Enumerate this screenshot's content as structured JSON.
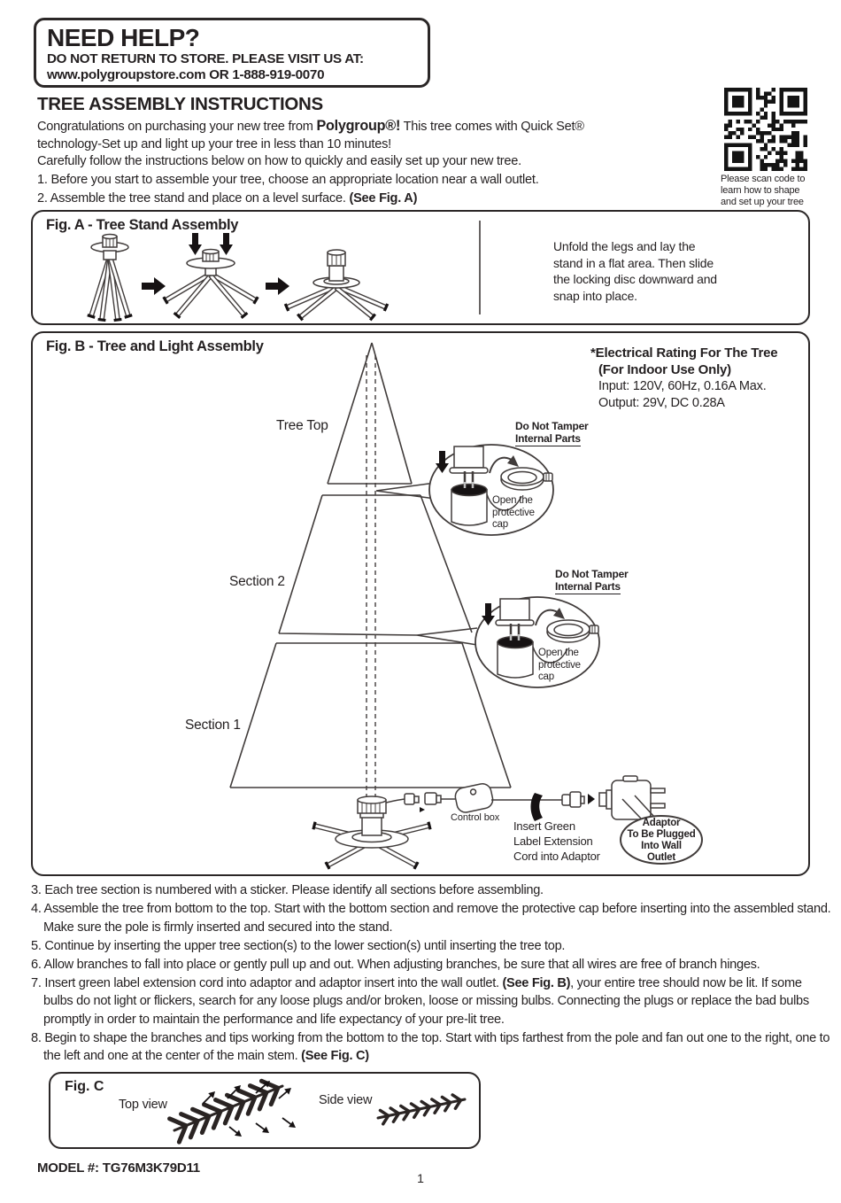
{
  "need_help": {
    "title": "NEED HELP?",
    "line1": "DO NOT RETURN TO STORE. PLEASE VISIT US AT:",
    "line2": "www.polygroupstore.com OR 1-888-919-0070"
  },
  "qr_caption": "Please scan code to\nlearn how to shape\nand set up your tree",
  "title": "TREE ASSEMBLY INSTRUCTIONS",
  "intro": {
    "p1_pre": "Congratulations on purchasing your new tree from ",
    "p1_brand": "Polygroup®!",
    "p1_post": " This tree comes with Quick Set®",
    "p1_line2": "technology-Set up and light up your tree in less than 10 minutes!",
    "p2": "Carefully follow the instructions below on how to quickly and easily set up your new tree."
  },
  "steps_top": {
    "s1": "1. Before you start to assemble your tree, choose an appropriate location near a wall outlet.",
    "s2": "2. Assemble the tree stand and place on a level surface. ",
    "s2_ref": "(See Fig. A)"
  },
  "fig_a": {
    "title": "Fig. A - Tree Stand Assembly",
    "caption": "Unfold the legs and lay the\nstand in a flat area. Then slide\nthe locking disc downward and\nsnap into place."
  },
  "fig_b": {
    "title": "Fig. B - Tree and Light Assembly",
    "electrical_1": "*Electrical Rating For The Tree",
    "electrical_2": "(For Indoor Use Only)",
    "electrical_3": "Input: 120V, 60Hz, 0.16A Max.",
    "electrical_4": "Output: 29V, DC 0.28A",
    "tree_top": "Tree Top",
    "section_2": "Section 2",
    "section_1": "Section 1",
    "tamper_1": "Do Not Tamper",
    "tamper_2": "Internal Parts",
    "open_cap": "Open the\nprotective\ncap",
    "control_box": "Control box",
    "insert_green": "Insert Green\nLabel Extension\nCord into Adaptor",
    "bubble": "Adaptor\nTo Be Plugged\nInto Wall\nOutlet"
  },
  "steps_bottom": {
    "s3": "3. Each tree section is numbered with a sticker. Please identify all sections before assembling.",
    "s4": "4. Assemble the tree from bottom to the top. Start with the bottom section and remove the protective cap before inserting into the assembled stand. Make sure the pole is firmly inserted and secured into the stand.",
    "s5": "5. Continue by inserting the upper tree section(s) to the lower section(s) until inserting the tree top.",
    "s6": "6. Allow branches to fall into place or gently pull up and out. When adjusting branches, be sure that all wires are free of branch hinges.",
    "s7a": "7. Insert green label extension cord into adaptor and adaptor insert into the wall outlet. ",
    "s7b": "(See Fig. B)",
    "s7c": ", your entire tree should now be lit. If some bulbs do not light or flickers, search for any loose plugs and/or broken, loose or missing bulbs. Connecting the plugs or replace the bad bulbs promptly in order to maintain the performance and life expectancy of your pre-lit tree.",
    "s8a": "8. Begin to shape the branches and tips working from the bottom to the top. Start with tips farthest from the pole and fan out one to the right, one to the left and one at the center of the main stem. ",
    "s8b": "(See Fig. C)"
  },
  "fig_c": {
    "title": "Fig. C",
    "top_view": "Top view",
    "side_view": "Side view"
  },
  "footer": {
    "model": "MODEL #: TG76M3K79D11",
    "page_number": "1"
  },
  "colors": {
    "ink": "#231f20",
    "line": "#413c3b"
  }
}
